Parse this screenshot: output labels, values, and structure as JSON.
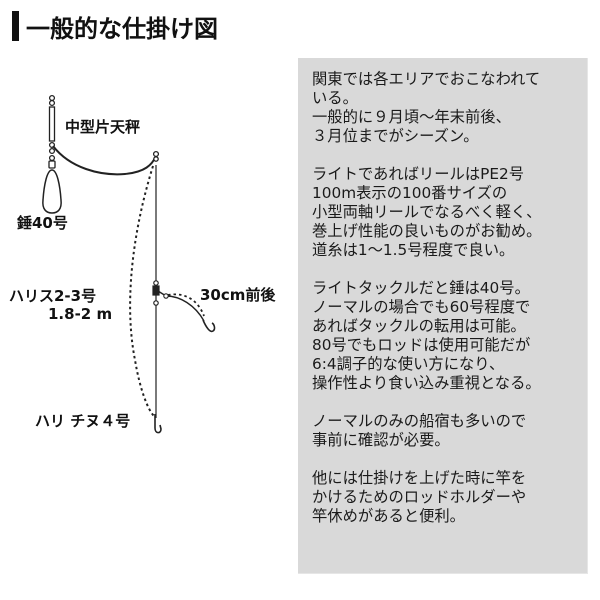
{
  "header": {
    "title": "一般的な仕掛け図"
  },
  "diagram": {
    "labels": {
      "tenbin": "中型片天秤",
      "sinker": "錘40号",
      "harisu_line1": "ハリス2-3号",
      "harisu_line2": "1.8-2 m",
      "branch_length": "30cm前後",
      "hook": "ハリ チヌ４号"
    },
    "colors": {
      "line": "#222222",
      "dotted": "#222222"
    }
  },
  "panel": {
    "background": "#d9d9d9",
    "paragraphs": [
      {
        "lines": [
          "関東では各エリアでおこなわれて",
          "いる。",
          "一般的に９月頃〜年末前後、",
          "３月位までがシーズン。"
        ]
      },
      {
        "lines": [
          "ライトであればリールはPE2号",
          "100m表示の100番サイズの",
          "小型両軸リールでなるべく軽く、",
          "巻上げ性能の良いものがお勧め。",
          "道糸は1〜1.5号程度で良い。"
        ]
      },
      {
        "lines": [
          "ライトタックルだと錘は40号。",
          "ノーマルの場合でも60号程度で",
          "あればタックルの転用は可能。",
          "80号でもロッドは使用可能だが",
          "6:4調子的な使い方になり、",
          "操作性より食い込み重視となる。"
        ]
      },
      {
        "lines": [
          "ノーマルのみの船宿も多いので",
          "事前に確認が必要。"
        ]
      },
      {
        "lines": [
          "他には仕掛けを上げた時に竿を",
          "かけるためのロッドホルダーや",
          "竿休めがあると便利。"
        ]
      }
    ]
  }
}
